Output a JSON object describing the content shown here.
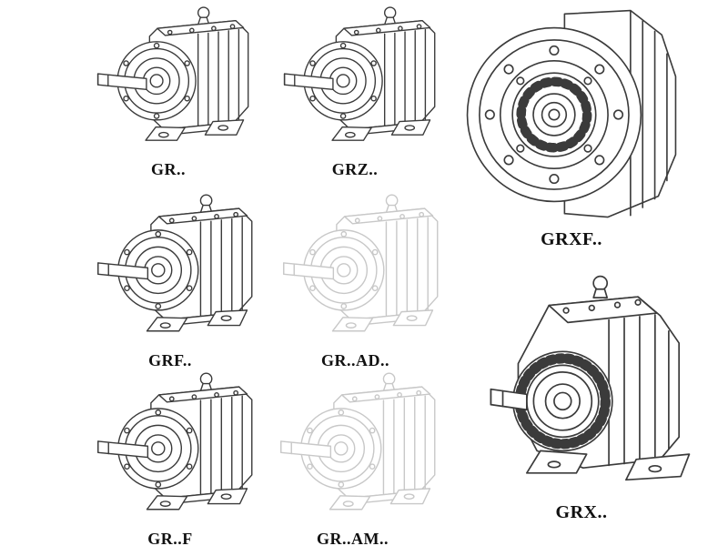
{
  "figures": [
    {
      "label": "GR.."
    },
    {
      "label": "GRZ.."
    },
    {
      "label": "GRXF.."
    },
    {
      "label": "GRF.."
    },
    {
      "label": "GR..AD.."
    },
    {
      "label": "GR..F"
    },
    {
      "label": "GR..AM.."
    },
    {
      "label": "GRX.."
    }
  ],
  "colors": {
    "line_dark": "#3b3b3b",
    "line_light": "#c8c8c8",
    "background": "#ffffff"
  }
}
